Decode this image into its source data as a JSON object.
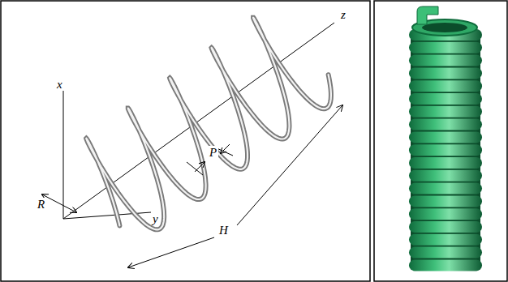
{
  "diagram": {
    "labels": [
      "x",
      "z",
      "y",
      "R",
      "P",
      "H"
    ]
  }
}
